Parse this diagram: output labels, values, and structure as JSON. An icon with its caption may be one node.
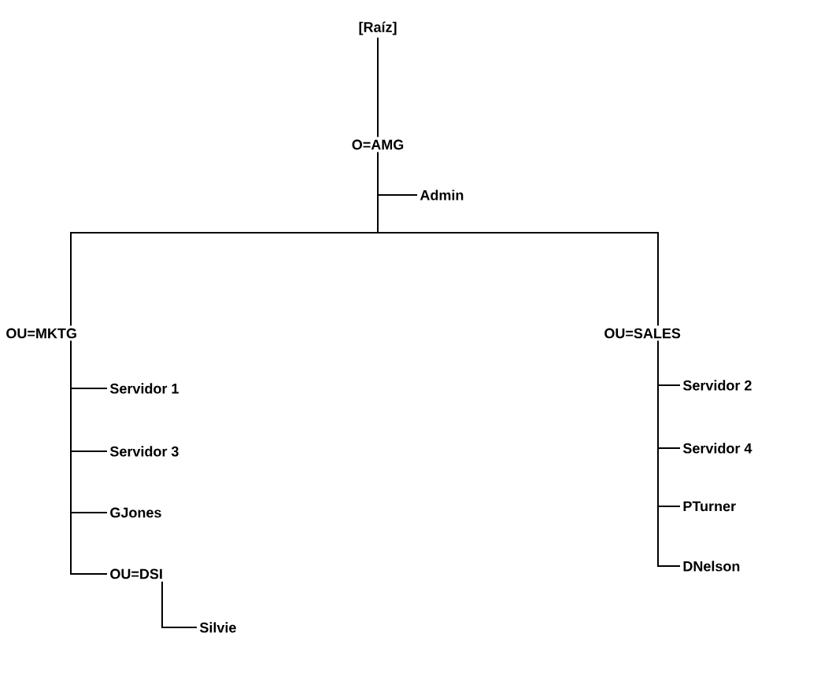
{
  "diagram": {
    "nodes": [
      {
        "text": [
          "[Raíz]"
        ]
      },
      {
        "text": [
          "O=AMG"
        ]
      },
      {
        "text": [
          "Admin"
        ]
      },
      {
        "text": [
          "OU=MKTG"
        ]
      },
      {
        "text": [
          "Servidor 1"
        ]
      },
      {
        "text": [
          "Servidor 3"
        ]
      },
      {
        "text": [
          "GJones"
        ]
      },
      {
        "text": [
          "OU=DSI"
        ]
      },
      {
        "text": [
          "Silvie"
        ]
      },
      {
        "text": [
          "OU=SALES"
        ]
      },
      {
        "text": [
          "Servidor 2"
        ]
      },
      {
        "text": [
          "Servidor 4"
        ]
      },
      {
        "text": [
          "PTurner"
        ]
      },
      {
        "text": [
          "DNelson"
        ]
      }
    ],
    "edges": [
      {
        "from": 0,
        "to": 1,
        "arrow": "none"
      },
      {
        "from": 1,
        "to": 2,
        "arrow": "none"
      },
      {
        "from": 1,
        "to": 3,
        "arrow": "none"
      },
      {
        "from": 1,
        "to": 9,
        "arrow": "none"
      },
      {
        "from": 3,
        "to": 4,
        "arrow": "none"
      },
      {
        "from": 3,
        "to": 5,
        "arrow": "none"
      },
      {
        "from": 3,
        "to": 6,
        "arrow": "none"
      },
      {
        "from": 3,
        "to": 7,
        "arrow": "none"
      },
      {
        "from": 7,
        "to": 8,
        "arrow": "none"
      },
      {
        "from": 9,
        "to": 10,
        "arrow": "none"
      },
      {
        "from": 9,
        "to": 11,
        "arrow": "none"
      },
      {
        "from": 9,
        "to": 12,
        "arrow": "none"
      },
      {
        "from": 9,
        "to": 13,
        "arrow": "none"
      }
    ]
  }
}
